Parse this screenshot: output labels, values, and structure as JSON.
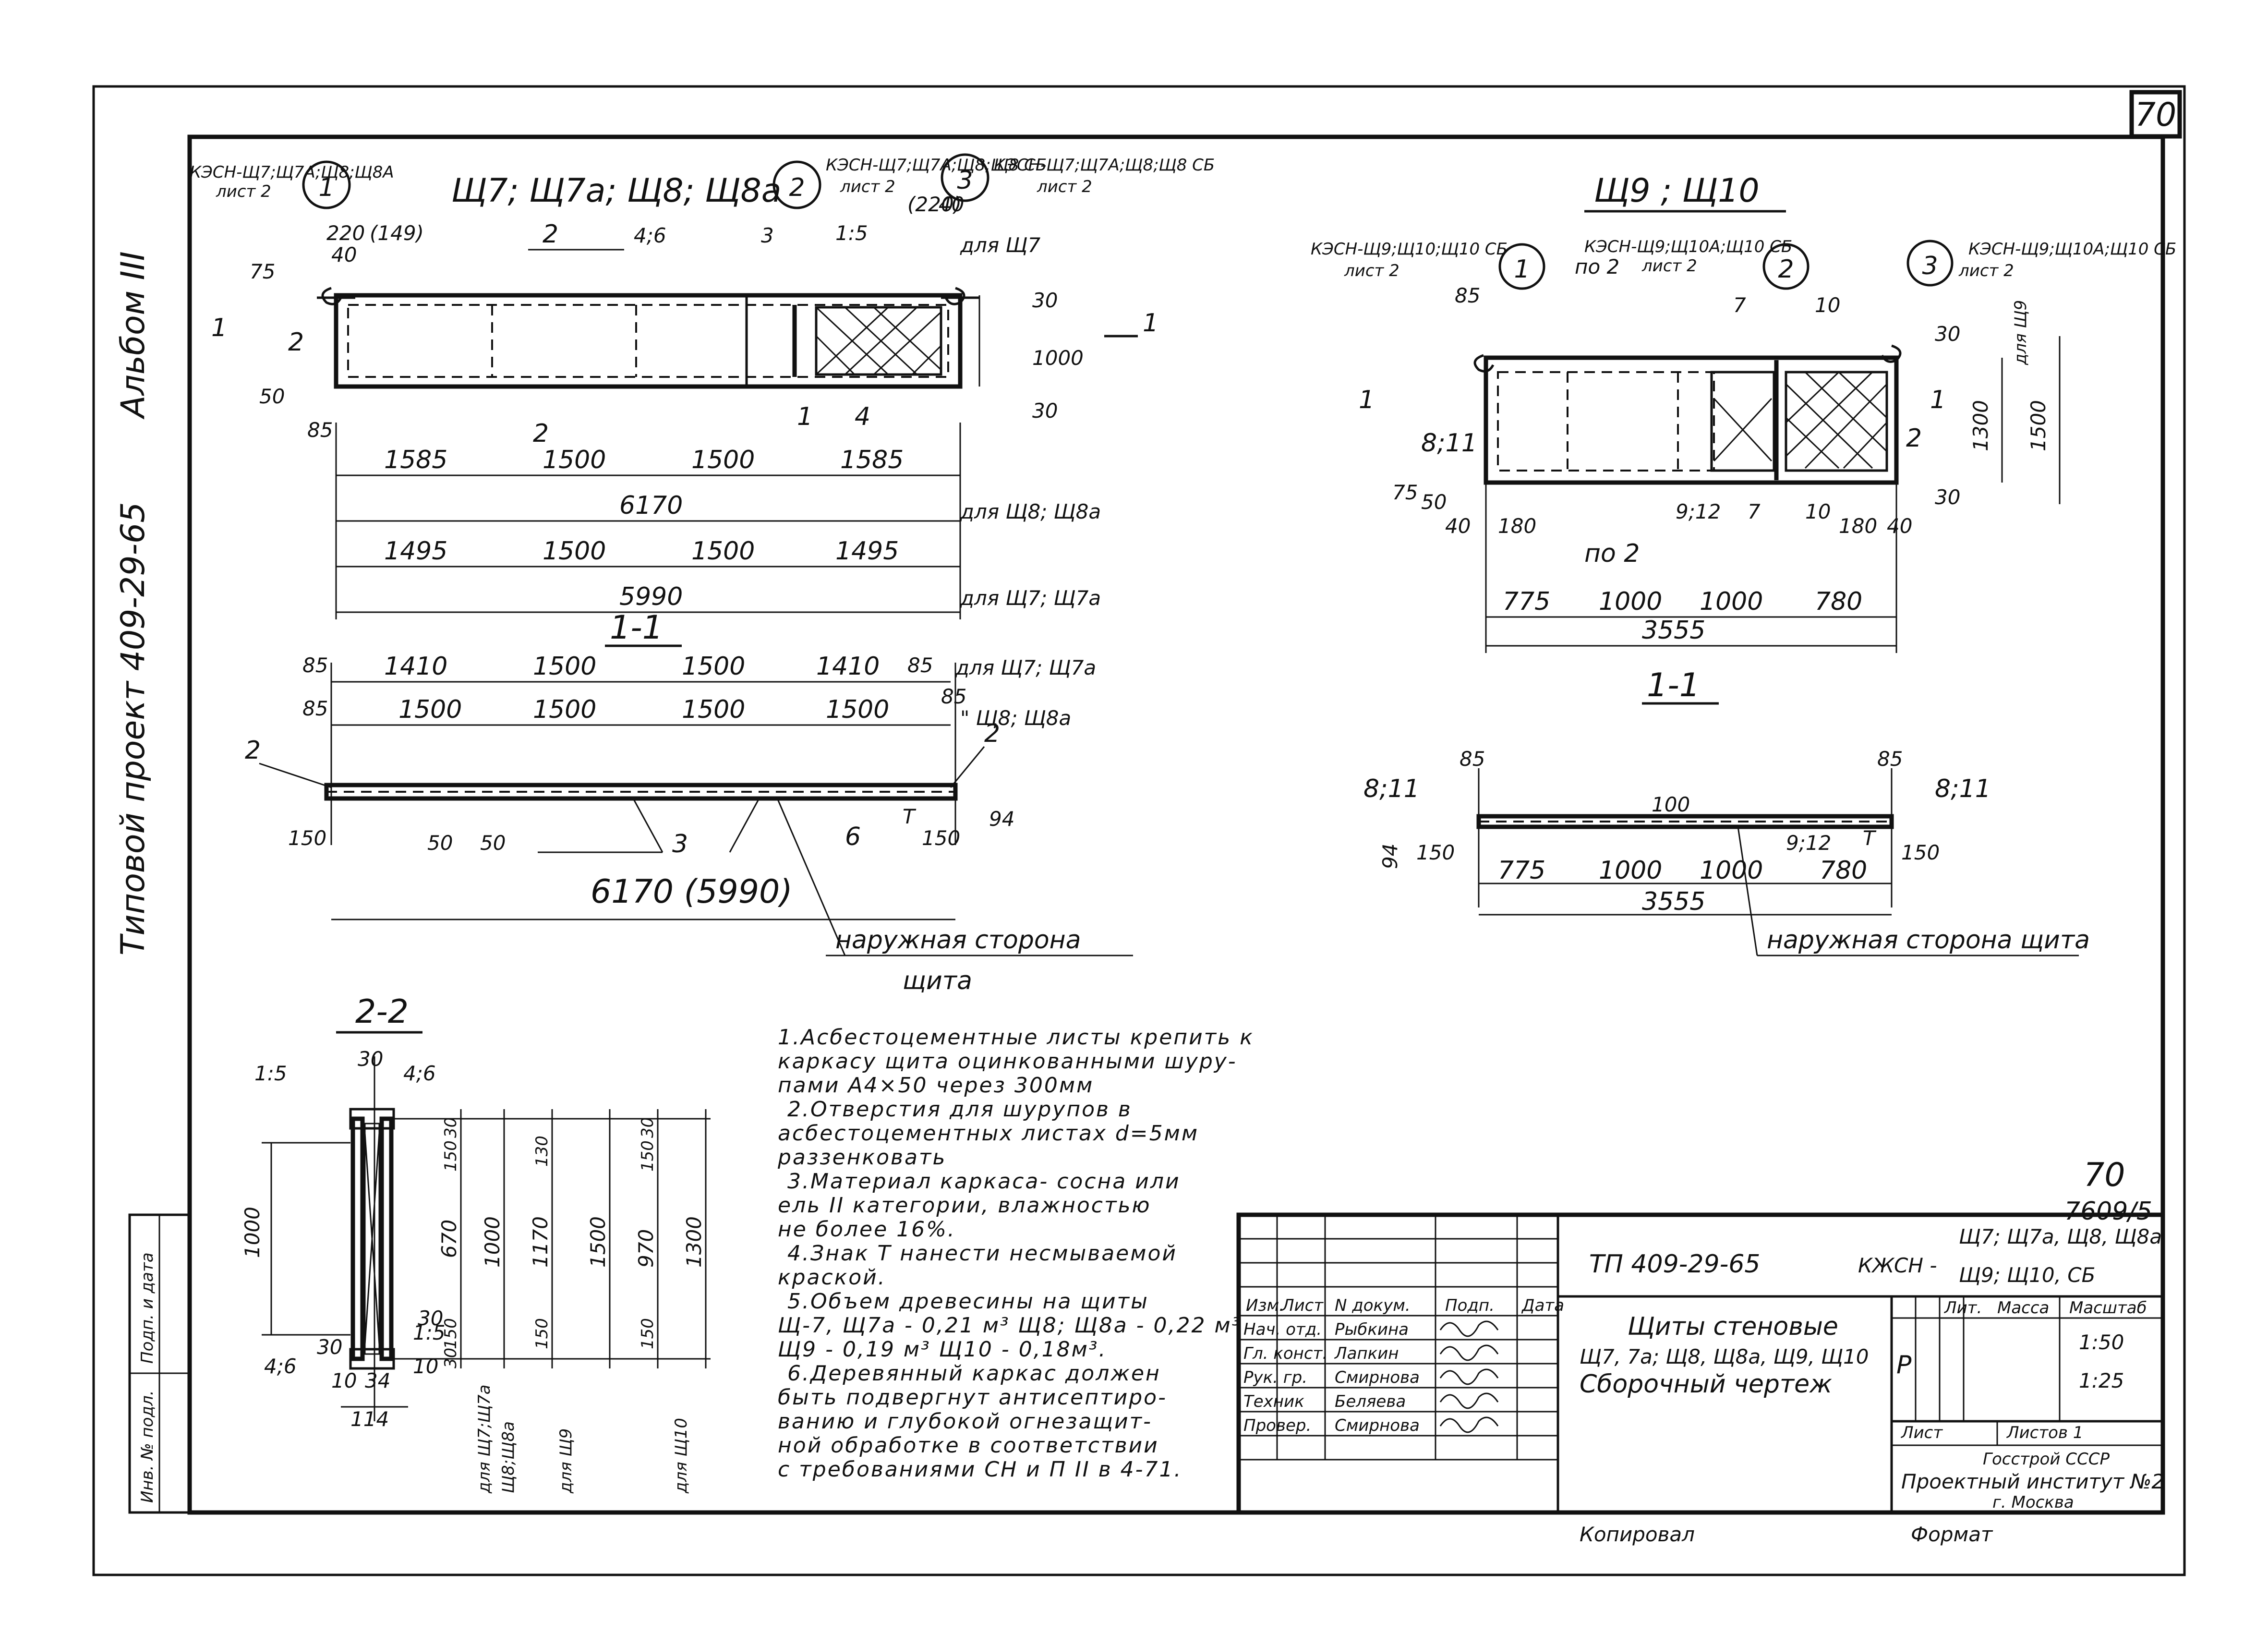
{
  "sheet_number": "70",
  "album": "Альбом III",
  "project": "Типовой проект 409-29-65",
  "sidebar_stamp": [
    "Инв. № подл.",
    "Подп. и дата"
  ],
  "left_view": {
    "title": "Щ7; Щ7а; Щ8; Щ8а",
    "refs": [
      {
        "num": "1",
        "text": "КЭСН-Щ7;Щ7А;Щ8;Щ8А",
        "sheet": "лист 2"
      },
      {
        "num": "2",
        "text": "КЭСН-Щ7;Щ7А;Щ8;Щ8 СБ",
        "sheet": "лист 2"
      },
      {
        "num": "3",
        "text": "КЭСН-Щ7;Щ7А;Щ8;Щ8 СБ",
        "sheet": "лист 2"
      }
    ],
    "marks_top": [
      "220",
      "(149)",
      "40",
      "2",
      "4;6",
      "3",
      "1:5",
      "(220)",
      "40",
      "для Щ7"
    ],
    "marks_side": [
      "75",
      "50",
      "85",
      "30",
      "1000",
      "30",
      "1",
      "2",
      "2",
      "1",
      "4",
      "1"
    ],
    "dims_row1": [
      "1585",
      "1500",
      "1500",
      "1585"
    ],
    "dim_total1": "6170",
    "dim_total1_note": "для Щ8; Щ8а",
    "dims_row2": [
      "1495",
      "1500",
      "1500",
      "1495"
    ],
    "dim_total2": "5990",
    "dim_total2_note": "для Щ7; Щ7а"
  },
  "section_left": {
    "title": "1-1",
    "row1": [
      "85",
      "1410",
      "1500",
      "1500",
      "1410",
      "85"
    ],
    "row1_note": "для Щ7; Щ7а",
    "row2": [
      "85",
      "1500",
      "1500",
      "1500",
      "1500",
      "85"
    ],
    "row2_note": "\" Щ8; Щ8а",
    "marks": [
      "2",
      "2",
      "150",
      "50",
      "50",
      "3",
      "6",
      "150",
      "94",
      "T"
    ],
    "total": "6170 (5990)",
    "outer_side": "наружная сторона",
    "outer_side2": "щита"
  },
  "right_view": {
    "title": "Щ9 ; Щ10",
    "refs": [
      {
        "num": "1",
        "text": "КЭСН-Щ9;Щ10;Щ10 СБ",
        "sheet": "лист 2"
      },
      {
        "num": "2",
        "text": "КЭСН-Щ9;Щ10А;Щ10 СБ",
        "sheet": "лист 2"
      },
      {
        "num": "3",
        "text": "КЭСН-Щ9;Щ10А;Щ10 СБ",
        "sheet": "лист 2"
      }
    ],
    "marks": [
      "по 2",
      "85",
      "7",
      "10",
      "для Щ9",
      "30",
      "1300",
      "1500",
      "30",
      "8;11",
      "1",
      "1",
      "2",
      "75",
      "50",
      "40",
      "180",
      "по 2",
      "9;12",
      "7",
      "10",
      "180",
      "40"
    ],
    "dims": [
      "775",
      "1000",
      "1000",
      "780"
    ],
    "total": "3555"
  },
  "section_right": {
    "title": "1-1",
    "marks": [
      "85",
      "100",
      "85",
      "8;11",
      "8;11",
      "94",
      "150",
      "150",
      "9;12",
      "T"
    ],
    "dims": [
      "775",
      "1000",
      "1000",
      "780"
    ],
    "total": "3555",
    "outer_side": "наружная сторона щита"
  },
  "section_22": {
    "title": "2-2",
    "marks": [
      "1:5",
      "30",
      "4;6",
      "1000",
      "1:5",
      "30",
      "4;6",
      "30",
      "10",
      "34",
      "10",
      "114"
    ],
    "col_dims": [
      [
        "30",
        "150",
        "670",
        "150",
        "30"
      ],
      [
        "1000"
      ],
      [
        "130",
        "1170",
        "150"
      ],
      [
        "1500"
      ],
      [
        "30",
        "150",
        "970",
        "150"
      ],
      [
        "1300"
      ]
    ],
    "col_labels": [
      "для Щ7;Щ7а",
      "Щ8;Щ8а",
      "для Щ9",
      "для Щ10"
    ]
  },
  "notes": [
    "1.Асбестоцементные листы крепить к",
    "каркасу щита оцинкованными шуру-",
    "пами А4×50 через 300мм",
    "2.Отверстия для шурупов в",
    "асбестоцементных листах d=5мм",
    "раззенковать",
    "3.Материал каркаса- сосна или",
    "ель II категории, влажностью",
    "не более 16%.",
    "4.Знак Т нанести несмываемой",
    "краской.",
    "5.Объем древесины на щиты",
    "Щ-7, Щ7а - 0,21 м³ Щ8; Щ8а - 0,22 м³",
    "Щ9 - 0,19 м³ Щ10 - 0,18м³.",
    "6.Деревянный каркас должен",
    "быть подвергнут антисептиро-",
    "ванию и глубокой огнезащит-",
    "ной обработке в соответствии",
    "с требованиями СН и П II в 4-71."
  ],
  "title_block": {
    "inv_number": "7609/5",
    "handwritten_number": "70",
    "code": "ТП 409-29-65",
    "kzhsn": "КЖСН -",
    "kzhsn_line1": "Щ7; Щ7а, Щ8, Щ8а",
    "kzhsn_line2": "Щ9; Щ10, СБ",
    "headers": [
      "Изм.",
      "Лист",
      "N докум.",
      "Подп.",
      "Дата"
    ],
    "people": [
      {
        "role": "Нач. отд.",
        "name": "Рыбкина"
      },
      {
        "role": "Гл. конст.",
        "name": "Лапкин"
      },
      {
        "role": "Рук. гр.",
        "name": "Смирнова"
      },
      {
        "role": "Техник",
        "name": "Беляева"
      },
      {
        "role": "Провер.",
        "name": "Смирнова"
      }
    ],
    "name_lines": [
      "Щиты стеновые",
      "Щ7, 7а; Щ8, Щ8а, Щ9, Щ10",
      "Сборочный чертеж"
    ],
    "col_lit": "Лит.",
    "col_mass": "Масса",
    "col_scale": "Масштаб",
    "lit_value": "Р",
    "scale1": "1:50",
    "scale2": "1:25",
    "sheet_label": "Лист",
    "sheets_label": "Листов 1",
    "org1": "Госстрой СССР",
    "org2": "Проектный институт №2",
    "org3": "г. Москва"
  },
  "footer": {
    "copied": "Копировал",
    "format": "Формат"
  }
}
